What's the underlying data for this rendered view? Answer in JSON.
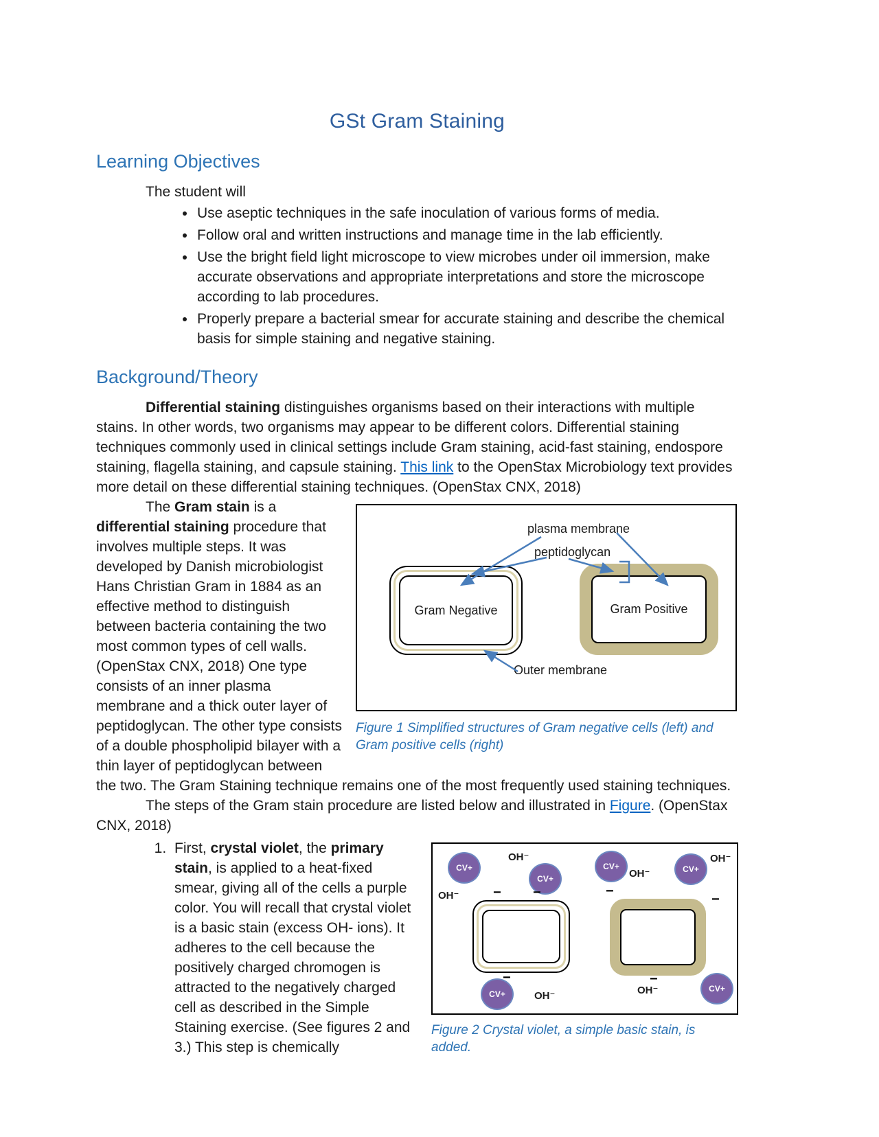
{
  "title": "GSt Gram Staining",
  "learning": {
    "heading": "Learning Objectives",
    "intro": "The student will",
    "bullets": [
      "Use aseptic techniques in the safe inoculation of various forms of media.",
      "Follow oral and written instructions and manage time in the lab efficiently.",
      "Use the bright field light microscope to view microbes under oil immersion, make accurate observations and appropriate interpretations and store the microscope according to lab procedures.",
      "Properly prepare a bacterial smear for accurate staining and describe the chemical basis for simple staining and negative staining."
    ]
  },
  "background": {
    "heading": "Background/Theory",
    "p1": [
      {
        "t": "Differential staining",
        "b": true
      },
      {
        "t": " distinguishes organisms based on their interactions with multiple stains. In other words, two organisms may appear to be different colors. Differential staining techniques commonly used in clinical settings include Gram staining, acid-fast staining, endospore staining, flagella staining, and capsule staining. "
      },
      {
        "t": "This link",
        "link": true,
        "name": "hyperlink-this-link"
      },
      {
        "t": " to the OpenStax Microbiology text provides more detail on these differential staining techniques. (OpenStax CNX, 2018)"
      }
    ],
    "p2": [
      {
        "t": "The "
      },
      {
        "t": "Gram stain",
        "b": true
      },
      {
        "t": " is a "
      },
      {
        "t": "differential staining",
        "b": true
      },
      {
        "t": " procedure that involves multiple steps. It was developed by Danish microbiologist Hans Christian Gram in 1884 as an effective method to distinguish between bacteria containing the two most common types of cell walls. (OpenStax CNX, 2018) One type consists of an inner plasma membrane and a thick outer layer of peptidoglycan.  The other type consists of a double phospholipid bilayer with a thin layer of peptidoglycan between the two.  The Gram Staining technique remains one of the most frequently used staining techniques."
      }
    ],
    "p3": [
      {
        "t": "The steps of the Gram stain procedure are listed below and illustrated in "
      },
      {
        "t": "Figure",
        "link": true,
        "name": "hyperlink-figure"
      },
      {
        "t": ". (OpenStax CNX, 2018)"
      }
    ]
  },
  "steps": {
    "item1": [
      {
        "t": "First, "
      },
      {
        "t": "crystal violet",
        "b": true
      },
      {
        "t": ", the "
      },
      {
        "t": "primary stain",
        "b": true
      },
      {
        "t": ", is applied to a heat-fixed smear, giving all of the cells a purple color.  You will recall that crystal violet is a basic stain (excess OH- ions).  It adheres to the cell because the positively charged chromogen is attracted to the negatively charged cell as described in the Simple Staining exercise.  (See figures 2 and 3.) This step is chemically"
      }
    ]
  },
  "figure1": {
    "labels": {
      "plasma_membrane": "plasma membrane",
      "peptidoglycan": "peptidoglycan",
      "outer_membrane": "Outer membrane",
      "gram_negative": "Gram Negative",
      "gram_positive": "Gram Positive"
    },
    "caption": "Figure 1  Simplified structures of Gram negative cells (left) and Gram positive cells (right)"
  },
  "figure2": {
    "cv_label": "CV+",
    "oh_label": "OH⁻",
    "minus_label": "−",
    "caption": "Figure 2  Crystal violet, a simple basic stain, is added."
  },
  "colors": {
    "title_blue": "#2E5E9E",
    "heading_blue": "#2E74B5",
    "caption_blue": "#2E74B5",
    "hyperlink_blue": "#0563C1",
    "arrow_blue": "#4A7EBB",
    "peptidoglycan_tan": "#C5BB8E",
    "thin_tan_ring": "#DBD3AC",
    "crystal_violet_purple": "#7B5FA5",
    "cv_circle_border": "#6C87C1",
    "body_text": "#1B1B1B"
  }
}
